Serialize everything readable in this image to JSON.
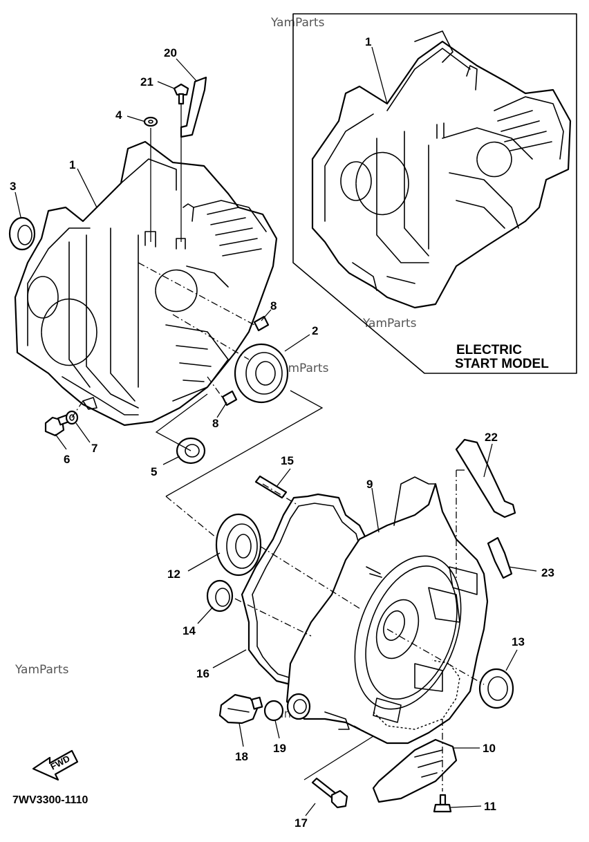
{
  "watermark": "YamParts",
  "inset": {
    "label_line1": "ELECTRIC",
    "label_line2": "START MODEL",
    "callout": "1"
  },
  "part_code": "7WV3300-1110",
  "fwd_label": "FWD",
  "callouts": {
    "c1": "1",
    "c2": "2",
    "c3": "3",
    "c4": "4",
    "c5": "5",
    "c6": "6",
    "c7": "7",
    "c8a": "8",
    "c8b": "8",
    "c9": "9",
    "c10": "10",
    "c11": "11",
    "c12": "12",
    "c13": "13",
    "c14": "14",
    "c15": "15",
    "c16": "16",
    "c17": "17",
    "c18": "18",
    "c19": "19",
    "c20": "20",
    "c21": "21",
    "c22": "22",
    "c23": "23"
  }
}
